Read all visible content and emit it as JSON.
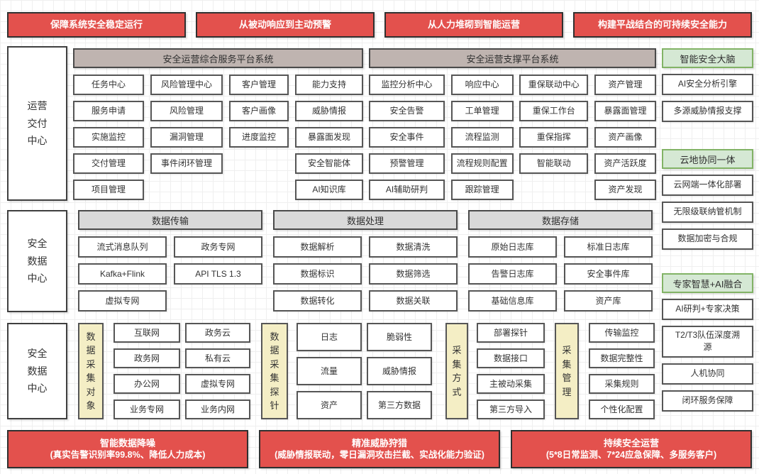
{
  "colors": {
    "banner_red": "#e3514d",
    "platform_header_tan": "#bfb4b0",
    "group_header_gray": "#d9d9d9",
    "highlight_green_fill": "#d5e8d4",
    "highlight_green_border": "#82b366",
    "collector_yellow": "#f4eec5",
    "box_border": "#565656"
  },
  "top_banners": [
    "保障系统安全稳定运行",
    "从被动响应到主动预警",
    "从人力堆砌到智能运营",
    "构建平战结合的可持续安全能力"
  ],
  "operations_center": {
    "label": "运营交付中心",
    "platforms": [
      {
        "title": "安全运营综合服务平台系统",
        "columns": [
          [
            "任务中心",
            "服务申请",
            "实施监控",
            "交付管理",
            "项目管理"
          ],
          [
            "风险管理中心",
            "风险管理",
            "漏洞管理",
            "事件闭环管理"
          ],
          [
            "客户管理",
            "客户画像",
            "进度监控"
          ],
          [
            "能力支持",
            "威胁情报",
            "暴露面发现",
            "安全智能体",
            "AI知识库"
          ]
        ]
      },
      {
        "title": "安全运营支撑平台系统",
        "columns": [
          [
            "监控分析中心",
            "安全告警",
            "安全事件",
            "预警管理",
            "AI辅助研判"
          ],
          [
            "响应中心",
            "工单管理",
            "流程监测",
            "流程规则配置",
            "跟踪管理"
          ],
          [
            "重保联动中心",
            "重保工作台",
            "重保指挥",
            "智能联动"
          ],
          [
            "资产管理",
            "暴露面管理",
            "资产画像",
            "资产活跃度",
            "资产发现"
          ]
        ]
      }
    ]
  },
  "right_sidebar": {
    "groups": [
      {
        "header": "智能安全大脑",
        "items": [
          "AI安全分析引擎",
          "多源威胁情报支撑"
        ]
      },
      {
        "header": "云地协同一体",
        "items": [
          "云网端一体化部署",
          "无限级联纳管机制",
          "数据加密与合规"
        ]
      },
      {
        "header": "专家智慧+AI融合",
        "items": [
          "AI研判+专家决策",
          "T2/T3队伍深度溯源",
          "人机协同",
          "闭环服务保障"
        ]
      }
    ]
  },
  "data_center": {
    "label": "安全数据中心",
    "groups": [
      {
        "header": "数据传输",
        "columns": [
          [
            "流式消息队列",
            "Kafka+Flink",
            "虚拟专网"
          ],
          [
            "政务专网",
            "API TLS 1.3"
          ]
        ]
      },
      {
        "header": "数据处理",
        "columns": [
          [
            "数据解析",
            "数据标识",
            "数据转化"
          ],
          [
            "数据清洗",
            "数据筛选",
            "数据关联"
          ]
        ]
      },
      {
        "header": "数据存储",
        "columns": [
          [
            "原始日志库",
            "告警日志库",
            "基础信息库"
          ],
          [
            "标准日志库",
            "安全事件库",
            "资产库"
          ]
        ]
      }
    ]
  },
  "collection_center": {
    "label": "安全数据中心",
    "groups": [
      {
        "label": "数据采集对象",
        "columns": [
          [
            "互联网",
            "政务网",
            "办公网",
            "业务专网"
          ],
          [
            "政务云",
            "私有云",
            "虚拟专网",
            "业务内网"
          ]
        ]
      },
      {
        "label": "数据采集探针",
        "columns": [
          [
            "日志",
            "流量",
            "资产"
          ],
          [
            "脆弱性",
            "威胁情报",
            "第三方数据"
          ]
        ]
      },
      {
        "label": "采集方式",
        "columns": [
          [
            "部署探针",
            "数据接口",
            "主被动采集",
            "第三方导入"
          ]
        ]
      },
      {
        "label": "采集管理",
        "columns": [
          [
            "传输监控",
            "数据完整性",
            "采集规则",
            "个性化配置"
          ]
        ]
      }
    ]
  },
  "bottom_banners": [
    {
      "title": "智能数据降噪",
      "detail": "(真实告警识别率99.8%、降低人力成本)"
    },
    {
      "title": "精准威胁狩猎",
      "detail": "(威胁情报联动，零日漏洞攻击拦截、实战化能力验证)"
    },
    {
      "title": "持续安全运营",
      "detail": "(5*8日常监测、7*24应急保障、多服务客户)"
    }
  ]
}
